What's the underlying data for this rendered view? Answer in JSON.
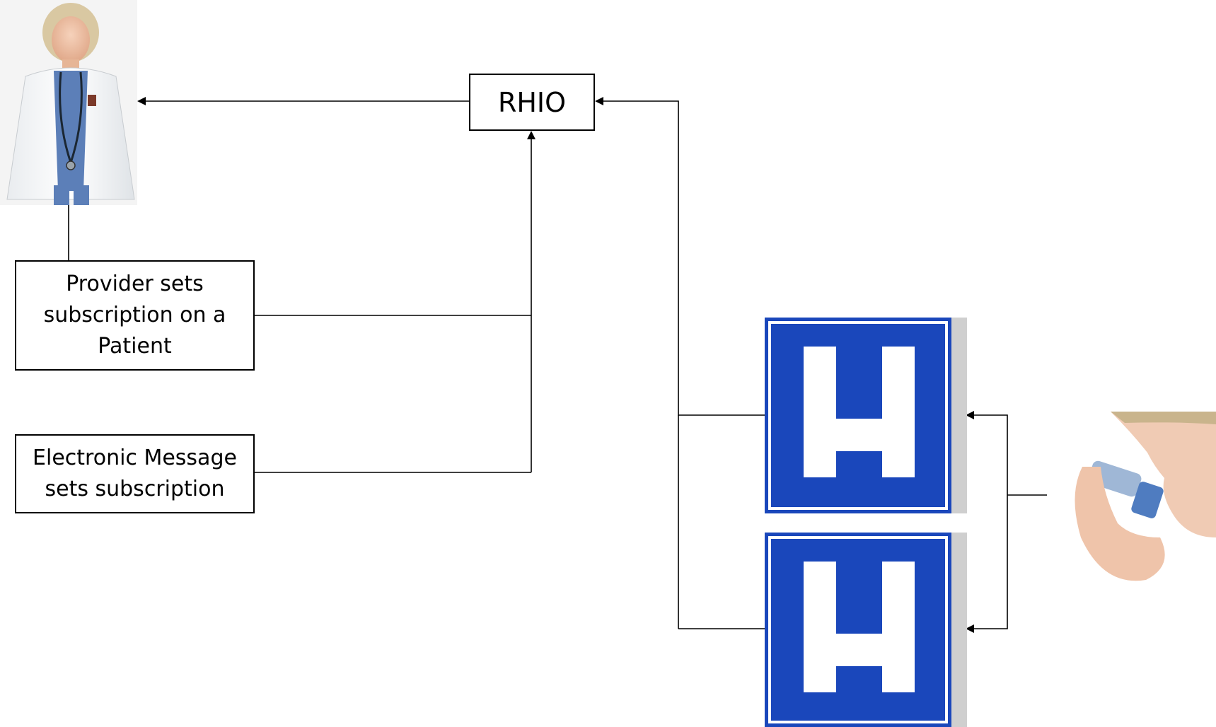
{
  "diagram": {
    "rhio": {
      "label": "RHIO"
    },
    "provider_subscription": {
      "label": "Provider sets subscription on a Patient"
    },
    "message_subscription": {
      "label": "Electronic Message sets subscription"
    },
    "icons": {
      "doctor": "doctor-photo-icon",
      "hospital_top": "hospital-sign-icon",
      "hospital_bottom": "hospital-sign-icon",
      "patient": "patient-inhaler-photo-icon"
    },
    "colors": {
      "hospital_blue": "#1a47bb",
      "hospital_shadow": "#cfcfcf",
      "line": "#000000"
    }
  }
}
